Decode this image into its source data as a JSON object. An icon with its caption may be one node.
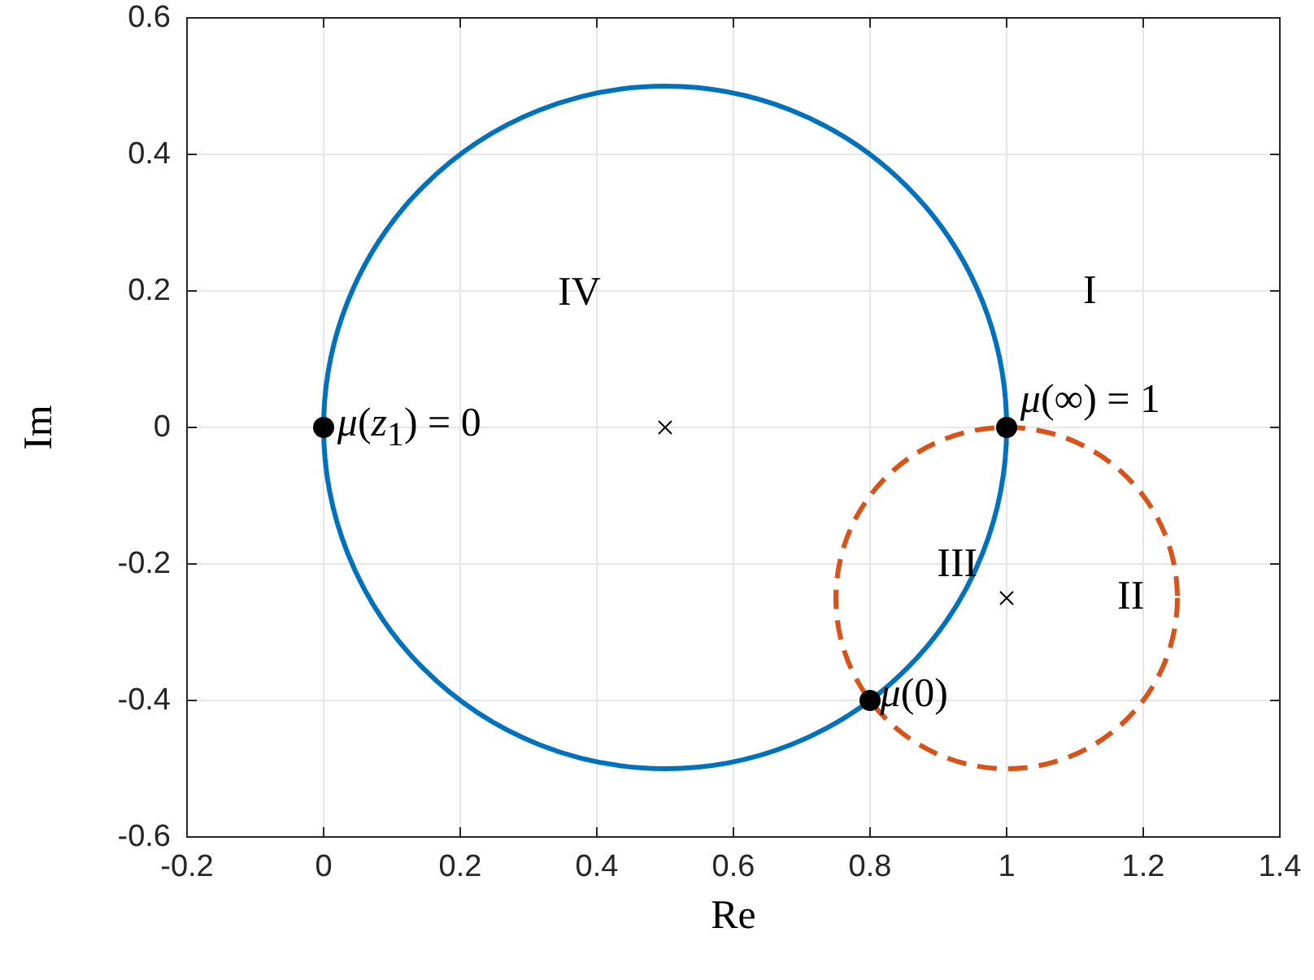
{
  "diagram": {
    "chart_data": {
      "type": "scatter",
      "xlabel": "Re",
      "ylabel": "Im",
      "xlim": [
        -0.2,
        1.4
      ],
      "ylim": [
        -0.6,
        0.6
      ],
      "xticks": [
        -0.2,
        0,
        0.2,
        0.4,
        0.6,
        0.8,
        1,
        1.2,
        1.4
      ],
      "yticks": [
        -0.6,
        -0.4,
        -0.2,
        0,
        0.2,
        0.4,
        0.6
      ],
      "x": [
        0,
        1,
        0.8
      ],
      "series": [
        {
          "color": "#000000",
          "values": [
            0,
            0,
            -0.4
          ]
        }
      ],
      "grid": true,
      "annotations": [
        "IV",
        "I",
        "III",
        "II",
        "*μ*(*z*$_{1}$) = 0",
        "*μ*(∞) = 1",
        "*μ*(0)"
      ]
    }
  }
}
